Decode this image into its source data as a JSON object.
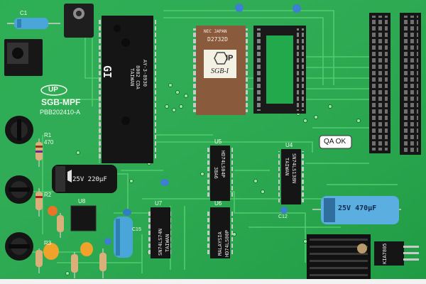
{
  "board": {
    "logo_text": "UP",
    "model": "SGB-MPF",
    "part_number": "PBB202410-A",
    "qa_sticker": "QA OK",
    "window_label": "IP",
    "window_handwriting": "SGB-I",
    "colors": {
      "pcb": "#20a84a",
      "pcb_dark": "#178a3a",
      "chip": "#1c1c1c",
      "eprom": "#8a5a3c",
      "silkscreen": "#f4fbf2"
    }
  },
  "labels": {
    "c1": "C1",
    "r1": "R1",
    "r1_value": "470",
    "r2": "R2",
    "r3": "R3",
    "u8": "U8",
    "u4": "U4",
    "u5": "U5",
    "u6": "U6",
    "u7": "U7",
    "c12": "C12",
    "c15": "C15"
  },
  "chips": {
    "cpu": {
      "line1": "GI",
      "line2": "8002 CDA",
      "line3": "TAIWAN",
      "side": "AY-3-8930"
    },
    "eprom": {
      "maker": "NEC JAPAN",
      "part": "D2732D"
    },
    "u5": {
      "line1": "HD74LS04P",
      "line2": "38A6"
    },
    "u6": {
      "line1": "MALAYSIA",
      "line2": "HD74LS00P"
    },
    "u7": {
      "line1": "SN74LS74N",
      "line2": "TAIWAN"
    },
    "u4": {
      "line1": "SN74LS138N",
      "line2": "TAIWAN"
    }
  },
  "capacitors": {
    "big": "25V 220μF",
    "right": "25V 470μF"
  },
  "regulator": {
    "text": "KIA7805"
  }
}
